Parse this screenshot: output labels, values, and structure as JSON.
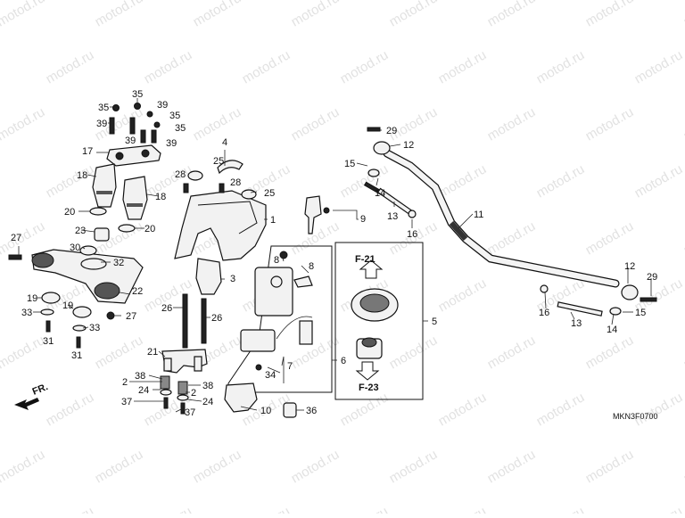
{
  "diagram": {
    "code": "MKN3F0700",
    "front_label": "FR.",
    "ref_top": "F-21",
    "ref_bottom": "F-23",
    "watermark": "motod.ru"
  },
  "callouts": [
    {
      "text": "35"
    },
    {
      "text": "35"
    },
    {
      "text": "39"
    },
    {
      "text": "39"
    },
    {
      "text": "35"
    },
    {
      "text": "35"
    },
    {
      "text": "39"
    },
    {
      "text": "39"
    },
    {
      "text": "17"
    },
    {
      "text": "18"
    },
    {
      "text": "18"
    },
    {
      "text": "20"
    },
    {
      "text": "20"
    },
    {
      "text": "4"
    },
    {
      "text": "25"
    },
    {
      "text": "28"
    },
    {
      "text": "28"
    },
    {
      "text": "25"
    },
    {
      "text": "1"
    },
    {
      "text": "27"
    },
    {
      "text": "23"
    },
    {
      "text": "30"
    },
    {
      "text": "32"
    },
    {
      "text": "22"
    },
    {
      "text": "19"
    },
    {
      "text": "19"
    },
    {
      "text": "33"
    },
    {
      "text": "33"
    },
    {
      "text": "27"
    },
    {
      "text": "31"
    },
    {
      "text": "31"
    },
    {
      "text": "3"
    },
    {
      "text": "26"
    },
    {
      "text": "26"
    },
    {
      "text": "21"
    },
    {
      "text": "38"
    },
    {
      "text": "38"
    },
    {
      "text": "2"
    },
    {
      "text": "2"
    },
    {
      "text": "24"
    },
    {
      "text": "24"
    },
    {
      "text": "37"
    },
    {
      "text": "37"
    },
    {
      "text": "10"
    },
    {
      "text": "36"
    },
    {
      "text": "34"
    },
    {
      "text": "7"
    },
    {
      "text": "6"
    },
    {
      "text": "8"
    },
    {
      "text": "8"
    },
    {
      "text": "9"
    },
    {
      "text": "5"
    },
    {
      "text": "29"
    },
    {
      "text": "12"
    },
    {
      "text": "15"
    },
    {
      "text": "14"
    },
    {
      "text": "13"
    },
    {
      "text": "16"
    },
    {
      "text": "11"
    },
    {
      "text": "12"
    },
    {
      "text": "29"
    },
    {
      "text": "16"
    },
    {
      "text": "13"
    },
    {
      "text": "15"
    },
    {
      "text": "14"
    }
  ]
}
